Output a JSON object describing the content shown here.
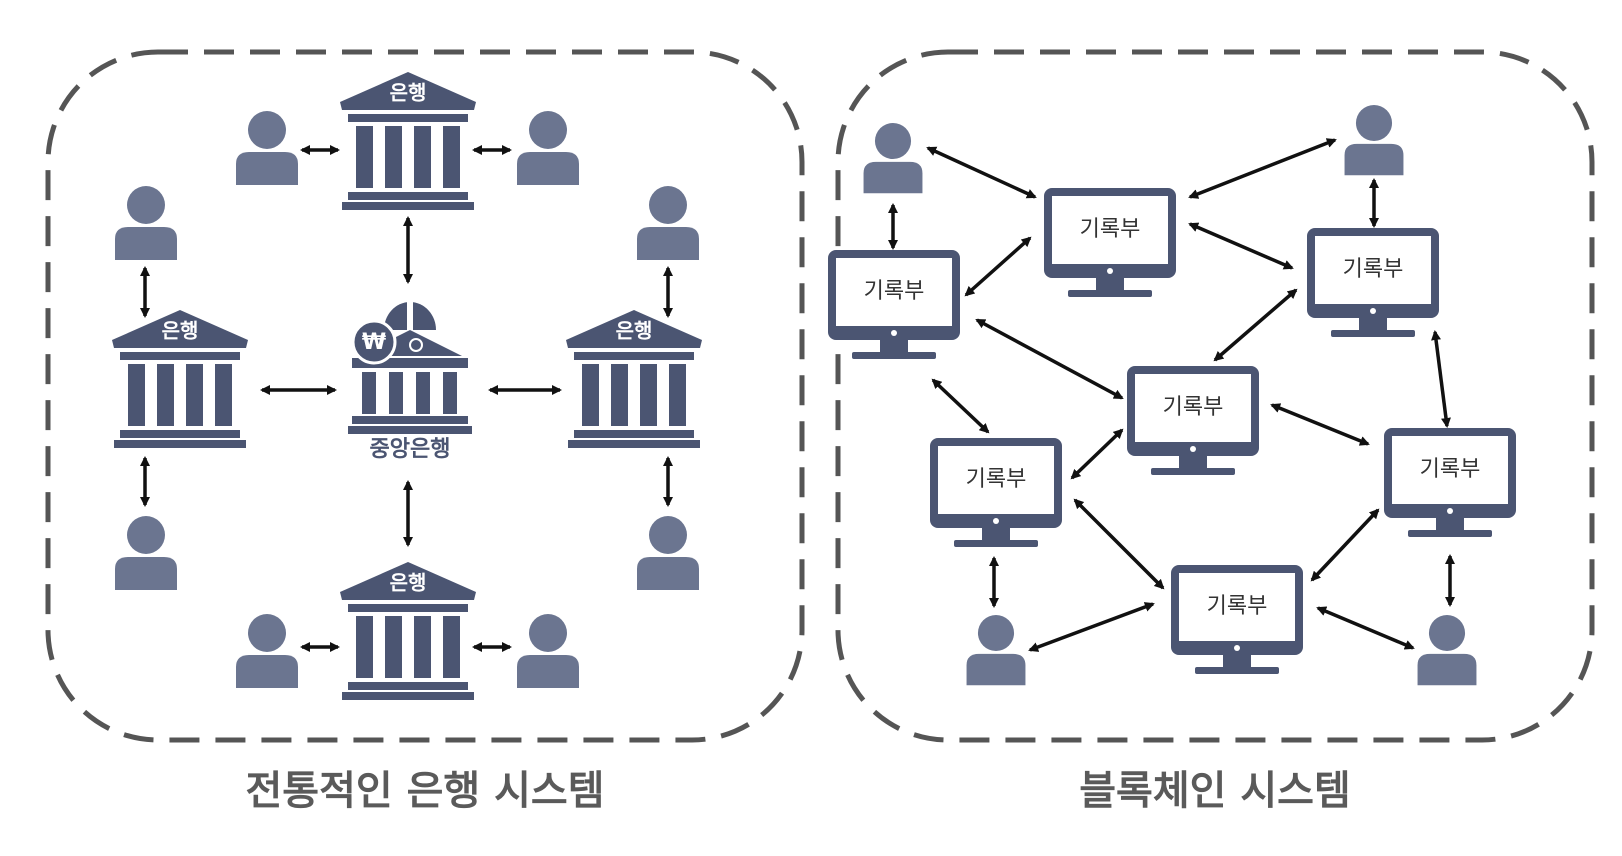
{
  "traditional": {
    "caption": "전통적인 은행 시스템",
    "bank_label": "은행",
    "central_bank_label": "중앙은행",
    "currency_symbol": "₩"
  },
  "blockchain": {
    "caption": "블록체인 시스템",
    "ledger_label": "기록부"
  },
  "colors": {
    "icon": "#4b5572",
    "person": "#6b7590",
    "border": "#555555",
    "arrow": "#111111",
    "caption": "#5a5a5a"
  }
}
